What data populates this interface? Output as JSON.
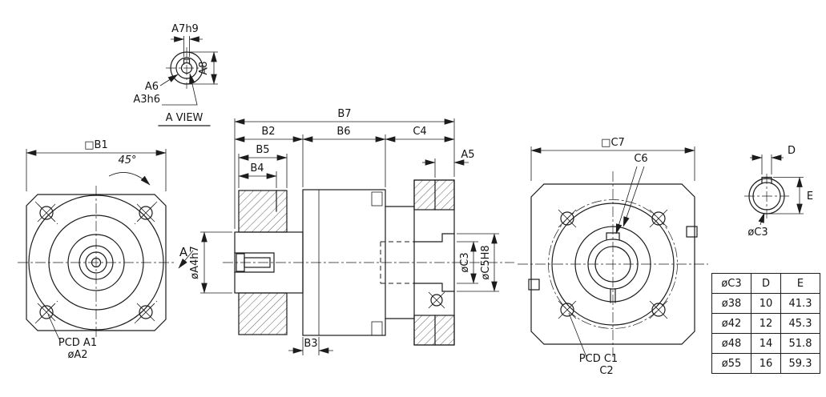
{
  "drawing": {
    "a_view": {
      "dim_a7": "A7h9",
      "dim_a8": "A8",
      "label_a6": "A6",
      "label_a3": "A3h6",
      "caption": "A VIEW"
    },
    "front_view": {
      "dim_b1": "□B1",
      "angle": "45°",
      "section_label": "A",
      "pcd": "PCD A1",
      "dim_a2": "øA2"
    },
    "section_view": {
      "dim_b7": "B7",
      "dim_b2": "B2",
      "dim_b6": "B6",
      "dim_c4": "C4",
      "dim_b5": "B5",
      "dim_b4": "B4",
      "dim_a5": "A5",
      "dim_a4": "øA4h7",
      "dim_c3": "øC3",
      "dim_c5": "øC5H8",
      "dim_b3": "B3"
    },
    "rear_view": {
      "dim_c7": "□C7",
      "label_c6": "C6",
      "pcd": "PCD C1",
      "label_c2": "C2"
    },
    "shaft_detail": {
      "dim_d": "D",
      "dim_e": "E",
      "label_c3": "øC3"
    }
  },
  "table": {
    "headers": [
      "øC3",
      "D",
      "E"
    ],
    "rows": [
      [
        "ø38",
        "10",
        "41.3"
      ],
      [
        "ø42",
        "12",
        "45.3"
      ],
      [
        "ø48",
        "14",
        "51.8"
      ],
      [
        "ø55",
        "16",
        "59.3"
      ]
    ]
  }
}
